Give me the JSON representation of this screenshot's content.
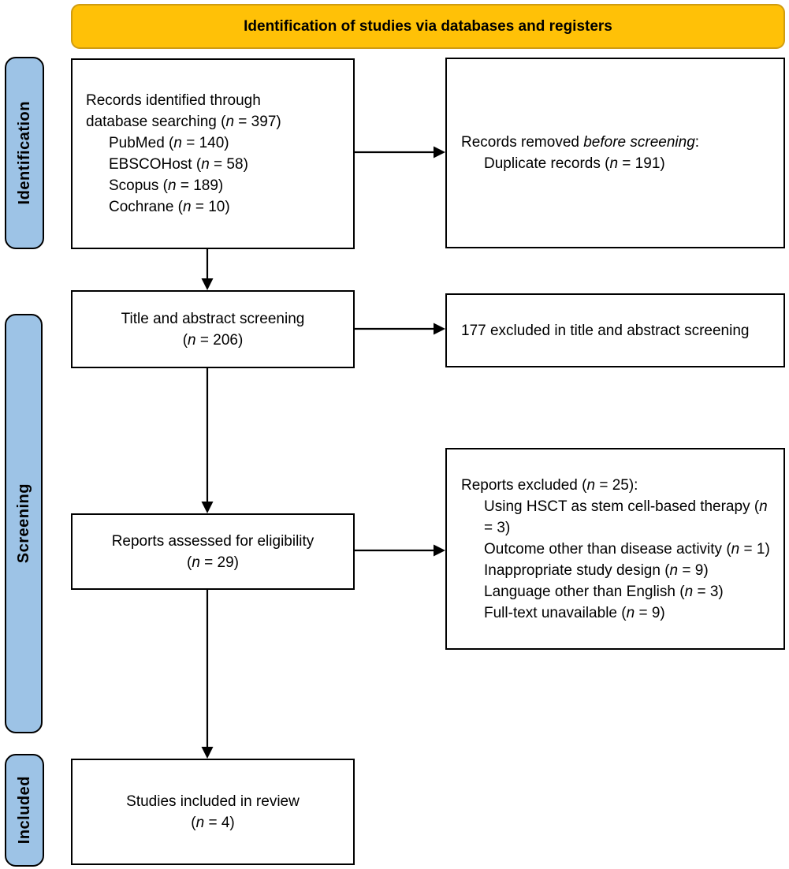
{
  "banner": {
    "title": "Identification of studies via databases and registers"
  },
  "colors": {
    "banner_fill": "#FFC107",
    "banner_border": "#D09C10",
    "stage_fill": "#9DC3E6",
    "box_border": "#000000"
  },
  "stages": [
    {
      "label": "Identification"
    },
    {
      "label": "Screening"
    },
    {
      "label": "Included"
    }
  ],
  "boxes": {
    "identified": {
      "lines": [
        "Records identified through",
        "database searching (*n* = 397)"
      ],
      "items": [
        "PubMed (*n* = 140)",
        "EBSCOHost (*n* = 58)",
        "Scopus (*n* = 189)",
        "Cochrane (*n* = 10)"
      ]
    },
    "removed": {
      "line": "Records removed *before screening*:",
      "items": [
        "Duplicate records (*n* = 191)"
      ]
    },
    "title_abstract": {
      "line1": "Title and abstract screening",
      "line2": "(*n* = 206)"
    },
    "excluded_screening": {
      "text": "177 excluded in title and abstract screening"
    },
    "assessed": {
      "line1": "Reports assessed for eligibility",
      "line2": "(*n* = 29)"
    },
    "reports_excluded": {
      "line": "Reports excluded (*n* = 25):",
      "items": [
        "Using HSCT as stem cell-based therapy (*n* = 3)",
        "Outcome other than disease activity (*n* = 1)",
        "Inappropriate study design (*n* = 9)",
        "Language other than English (*n* = 3)",
        "Full-text unavailable (*n* = 9)"
      ]
    },
    "included": {
      "line1": "Studies included in review",
      "line2": "(*n* = 4)"
    }
  }
}
